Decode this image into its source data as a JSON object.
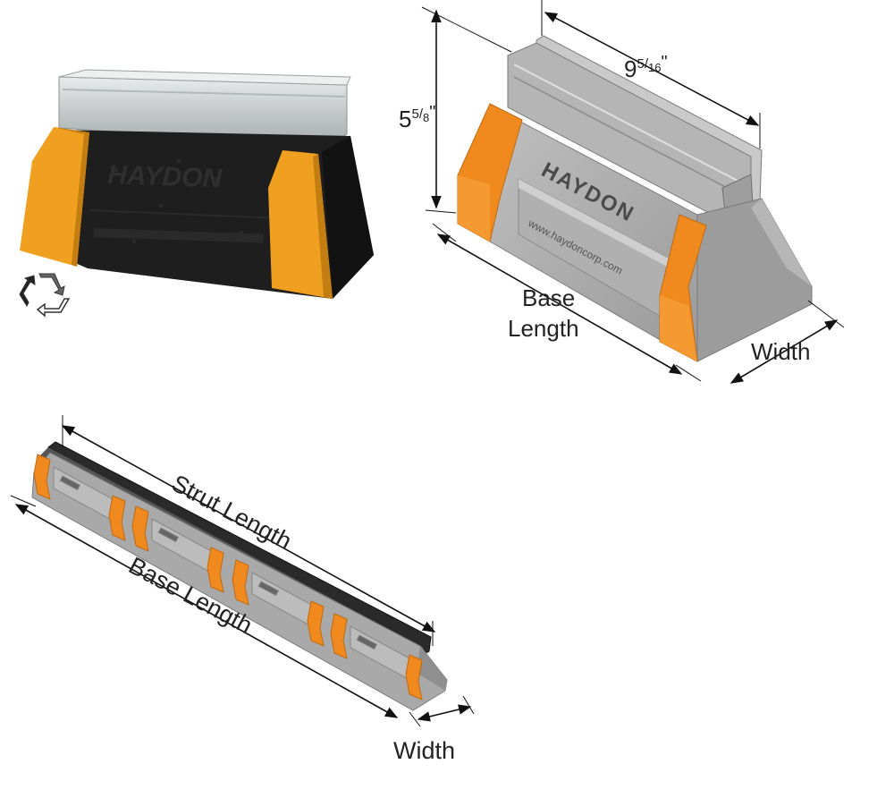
{
  "figure_a": {
    "logo_lettering": "HAYDON",
    "recycle_icon": "recycle-icon"
  },
  "figure_b": {
    "strut_dimension": {
      "whole": "9",
      "num": "5",
      "den": "16",
      "unit": "\""
    },
    "height_dimension": {
      "whole": "5",
      "num": "5",
      "den": "8",
      "unit": "\""
    },
    "base_label_line1": "Base",
    "base_label_line2": "Length",
    "width_label": "Width",
    "brand_text": "HAYDON",
    "url_text": "www.haydoncorp.com"
  },
  "figure_c": {
    "strut_length_label": "Strut Length",
    "base_length_label": "Base Length",
    "width_label": "Width"
  },
  "colors": {
    "orange": "#f08a1e",
    "gray_block": "#a7a7a7",
    "black_block": "#1e1e1e",
    "steel": "#cfd2d2"
  }
}
